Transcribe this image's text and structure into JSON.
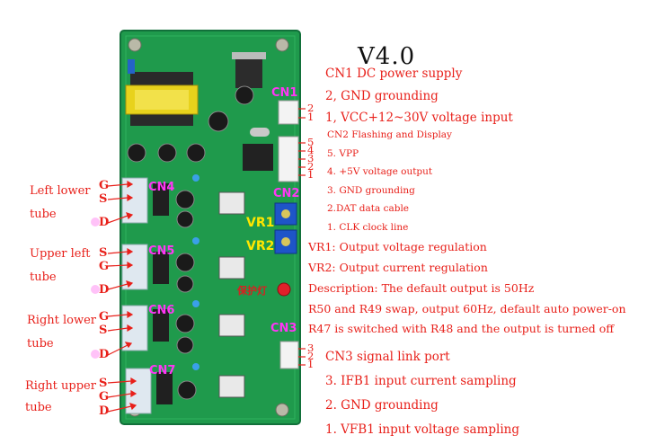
{
  "title": "V4.0",
  "descriptions": {
    "cn1_title": "CN1 DC power supply",
    "cn1_pin2": "2, GND grounding",
    "cn1_pin1": "1, VCC+12~30V voltage input",
    "cn2_title": "CN2 Flashing and Display",
    "cn2_pin5": "5. VPP",
    "cn2_pin4": "4. +5V voltage output",
    "cn2_pin3": "3. GND grounding",
    "cn2_pin2": "2.DAT data cable",
    "cn2_pin1": "1. CLK clock line",
    "vr1": "VR1: Output voltage regulation",
    "vr2": "VR2: Output current regulation",
    "desc1": "Description: The default output is 50Hz",
    "desc2": "R50 and R49 swap, output 60Hz, default auto power-on",
    "desc3": "R47 is switched with R48 and the output is turned off",
    "cn3_title": "CN3 signal link port",
    "cn3_pin3": "3. IFB1 input current sampling",
    "cn3_pin2": "2. GND grounding",
    "cn3_pin1": "1. VFB1 input voltage sampling"
  },
  "board_labels": {
    "cn1": "CN1",
    "cn2": "CN2",
    "cn3": "CN3",
    "cn4": "CN4",
    "cn5": "CN5",
    "cn6": "CN6",
    "cn7": "CN7",
    "vr1": "VR1",
    "vr2": "VR2",
    "indicator": "保护灯"
  },
  "tube_labels": {
    "left_lower_1": "Left lower",
    "left_lower_2": "tube",
    "upper_left_1": "Upper left",
    "upper_left_2": "tube",
    "right_lower_1": "Right lower",
    "right_lower_2": "tube",
    "right_upper_1": "Right upper",
    "right_upper_2": "tube"
  },
  "pin_letters": {
    "cn4": [
      "G",
      "S",
      "D"
    ],
    "cn5": [
      "S",
      "G",
      "D"
    ],
    "cn6": [
      "G",
      "S",
      "D"
    ],
    "cn7": [
      "S",
      "G",
      "D"
    ]
  },
  "pin_numbers": {
    "cn1": [
      "2",
      "1"
    ],
    "cn2": [
      "5",
      "4",
      "3",
      "2",
      "1"
    ],
    "cn3": [
      "3",
      "2",
      "1"
    ]
  },
  "colors": {
    "pcb": "#1f9a4c",
    "annotation": "#e8201a",
    "connector_label": "#ff36f5",
    "pot_label": "#ffe600"
  }
}
